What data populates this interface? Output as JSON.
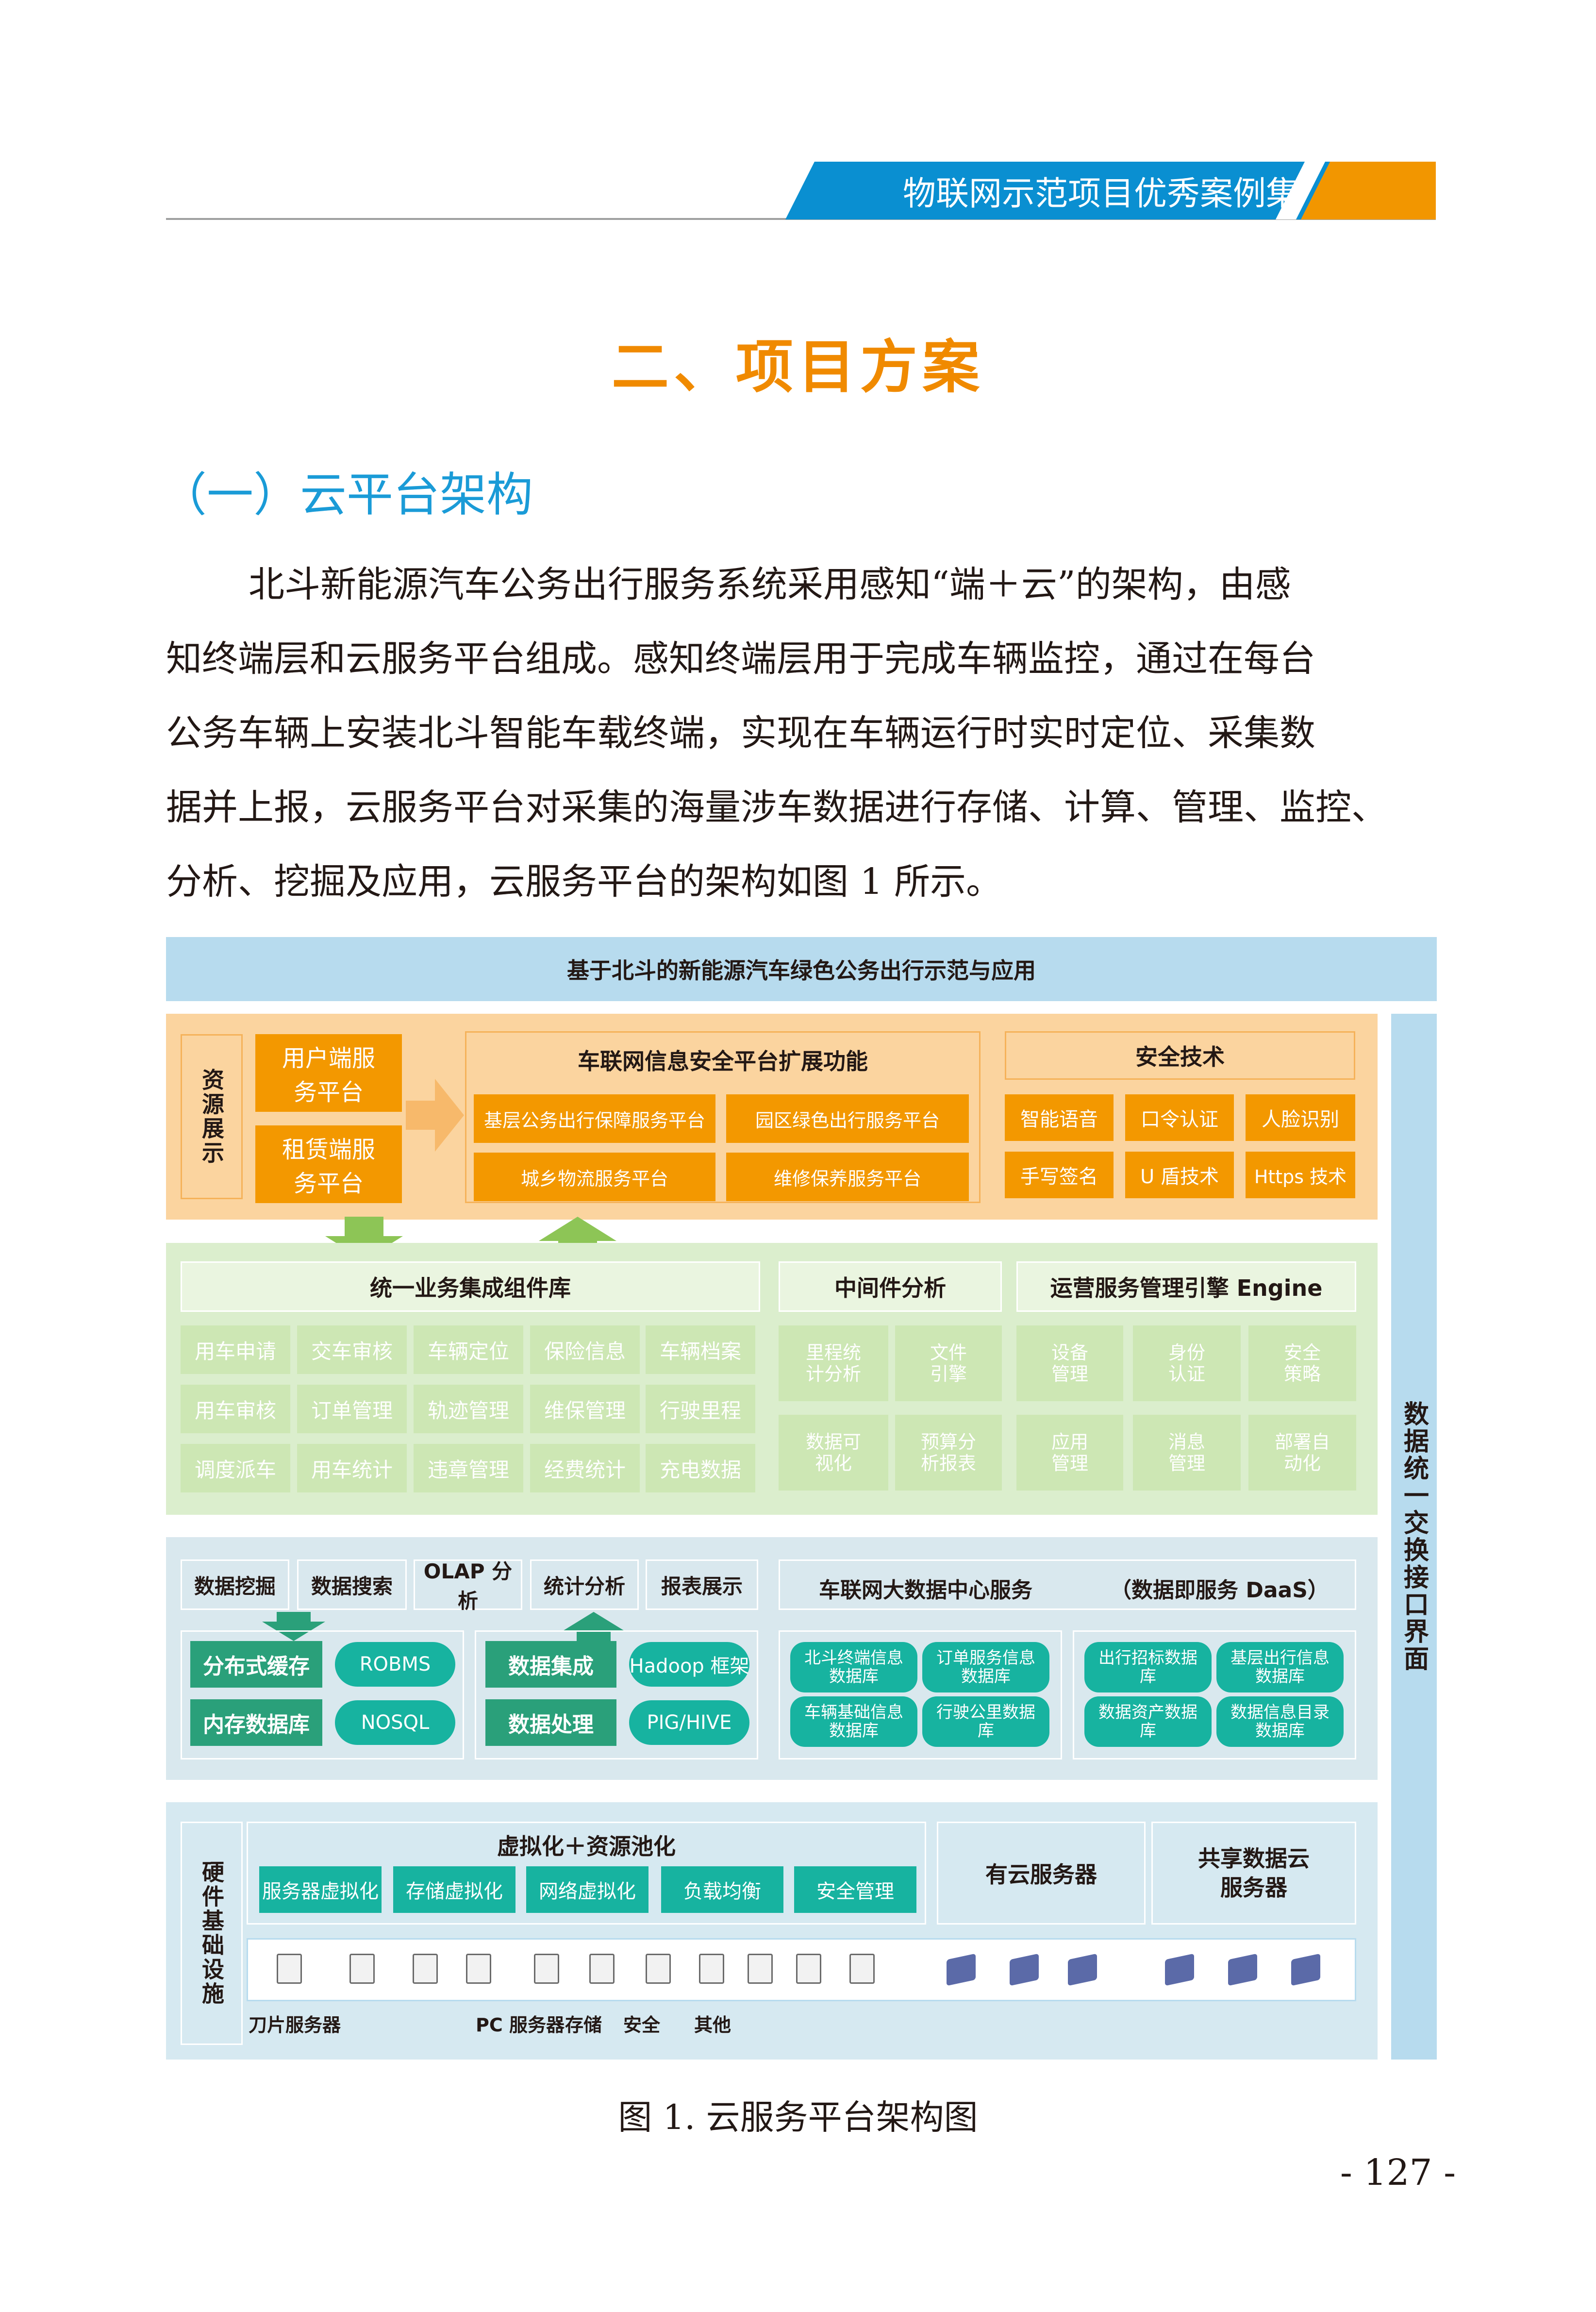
{
  "header": {
    "banner": "物联网示范项目优秀案例集"
  },
  "section_title": "二、项目方案",
  "subsection_title": "（一）云平台架构",
  "paragraph": {
    "line1": "北斗新能源汽车公务出行服务系统采用感知“端＋云”的架构，由感",
    "line2": "知终端层和云服务平台组成。感知终端层用于完成车辆监控，通过在每台",
    "line3": "公务车辆上安装北斗智能车载终端，实现在车辆运行时实时定位、采集数",
    "line4": "据并上报，云服务平台对采集的海量涉车数据进行存储、计算、管理、监控、",
    "line5": "分析、挖掘及应用，云服务平台的架构如图 1 所示。"
  },
  "figure": {
    "top_title": "基于北斗的新能源汽车绿色公务出行示范与应用",
    "right_bar": "数据统一交换接口界面",
    "resource": {
      "side_label": "资源展示",
      "user_platform": "用户端服务平台",
      "rental_platform": "租赁端服务平台",
      "ext_title": "车联网信息安全平台扩展功能",
      "ext_items": [
        "基层公务出行保障服务平台",
        "园区绿色出行服务平台",
        "城乡物流服务平台",
        "维修保养服务平台"
      ],
      "sec_title": "安全技术",
      "sec_items": [
        "智能语音",
        "口令认证",
        "人脸识别",
        "手写签名",
        "U 盾技术",
        "Https 技术"
      ]
    },
    "business": {
      "lib_title": "统一业务集成组件库",
      "lib_items": [
        "用车申请",
        "交车审核",
        "车辆定位",
        "保险信息",
        "车辆档案",
        "用车审核",
        "订单管理",
        "轨迹管理",
        "维保管理",
        "行驶里程",
        "调度派车",
        "用车统计",
        "违章管理",
        "经费统计",
        "充电数据"
      ],
      "mid_title": "中间件分析",
      "mid_items": [
        "里程统计分析",
        "文件引擎",
        "数据可视化",
        "预算分析报表"
      ],
      "ops_title": "运营服务管理引擎 Engine",
      "ops_items": [
        "设备管理",
        "身份认证",
        "安全策略",
        "应用管理",
        "消息管理",
        "部署自动化"
      ]
    },
    "data": {
      "tools": [
        "数据挖掘",
        "数据搜索",
        "OLAP 分析",
        "统计分析",
        "报表展示"
      ],
      "center_title": "车联网大数据中心服务",
      "daas": "（数据即服务 DaaS）",
      "cache": [
        "分布式缓存",
        "ROBMS",
        "内存数据库",
        "NOSQL"
      ],
      "integration": [
        "数据集成",
        "Hadoop 框架",
        "数据处理",
        "PIG/HIVE"
      ],
      "db_left": [
        "北斗终端信息数据库",
        "订单服务信息数据库",
        "车辆基础信息数据库",
        "行驶公里数据库"
      ],
      "db_right": [
        "出行招标数据库",
        "基层出行信息数据库",
        "数据资产数据库",
        "数据信息目录数据库"
      ]
    },
    "hardware": {
      "side_label": "硬件基础设施",
      "virt_title": "虚拟化＋资源池化",
      "virt_items": [
        "服务器虚拟化",
        "存储虚拟化",
        "网络虚拟化",
        "负载均衡",
        "安全管理"
      ],
      "cloud_a": "有云服务器",
      "cloud_b": "共享数据云服务器",
      "device_labels": [
        "刀片服务器",
        "PC 服务器",
        "存储",
        "安全",
        "其他"
      ]
    },
    "caption": "图 1. 云服务平台架构图"
  },
  "page_number": "- 127 -"
}
